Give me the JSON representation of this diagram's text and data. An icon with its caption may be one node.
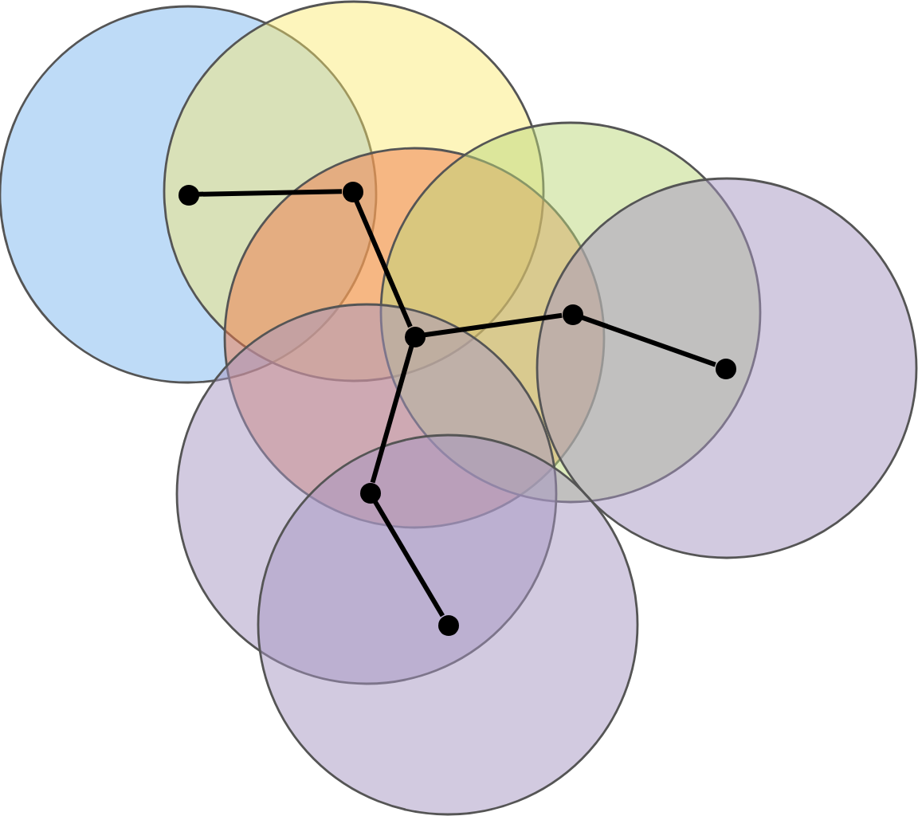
{
  "diagram": {
    "nodes": [
      {
        "text": [],
        "shape": "circle"
      },
      {
        "text": [],
        "shape": "circle"
      },
      {
        "text": [],
        "shape": "circle"
      },
      {
        "text": [],
        "shape": "circle"
      },
      {
        "text": [],
        "shape": "circle"
      },
      {
        "text": [],
        "shape": "circle"
      },
      {
        "text": [],
        "shape": "circle"
      }
    ],
    "edges": [
      {
        "from": 0,
        "to": 1,
        "arrow": "none"
      },
      {
        "from": 1,
        "to": 2,
        "arrow": "none"
      },
      {
        "from": 2,
        "to": 3,
        "arrow": "none"
      },
      {
        "from": 3,
        "to": 4,
        "arrow": "none"
      },
      {
        "from": 2,
        "to": 5,
        "arrow": "none"
      },
      {
        "from": 5,
        "to": 6,
        "arrow": "none"
      }
    ]
  }
}
